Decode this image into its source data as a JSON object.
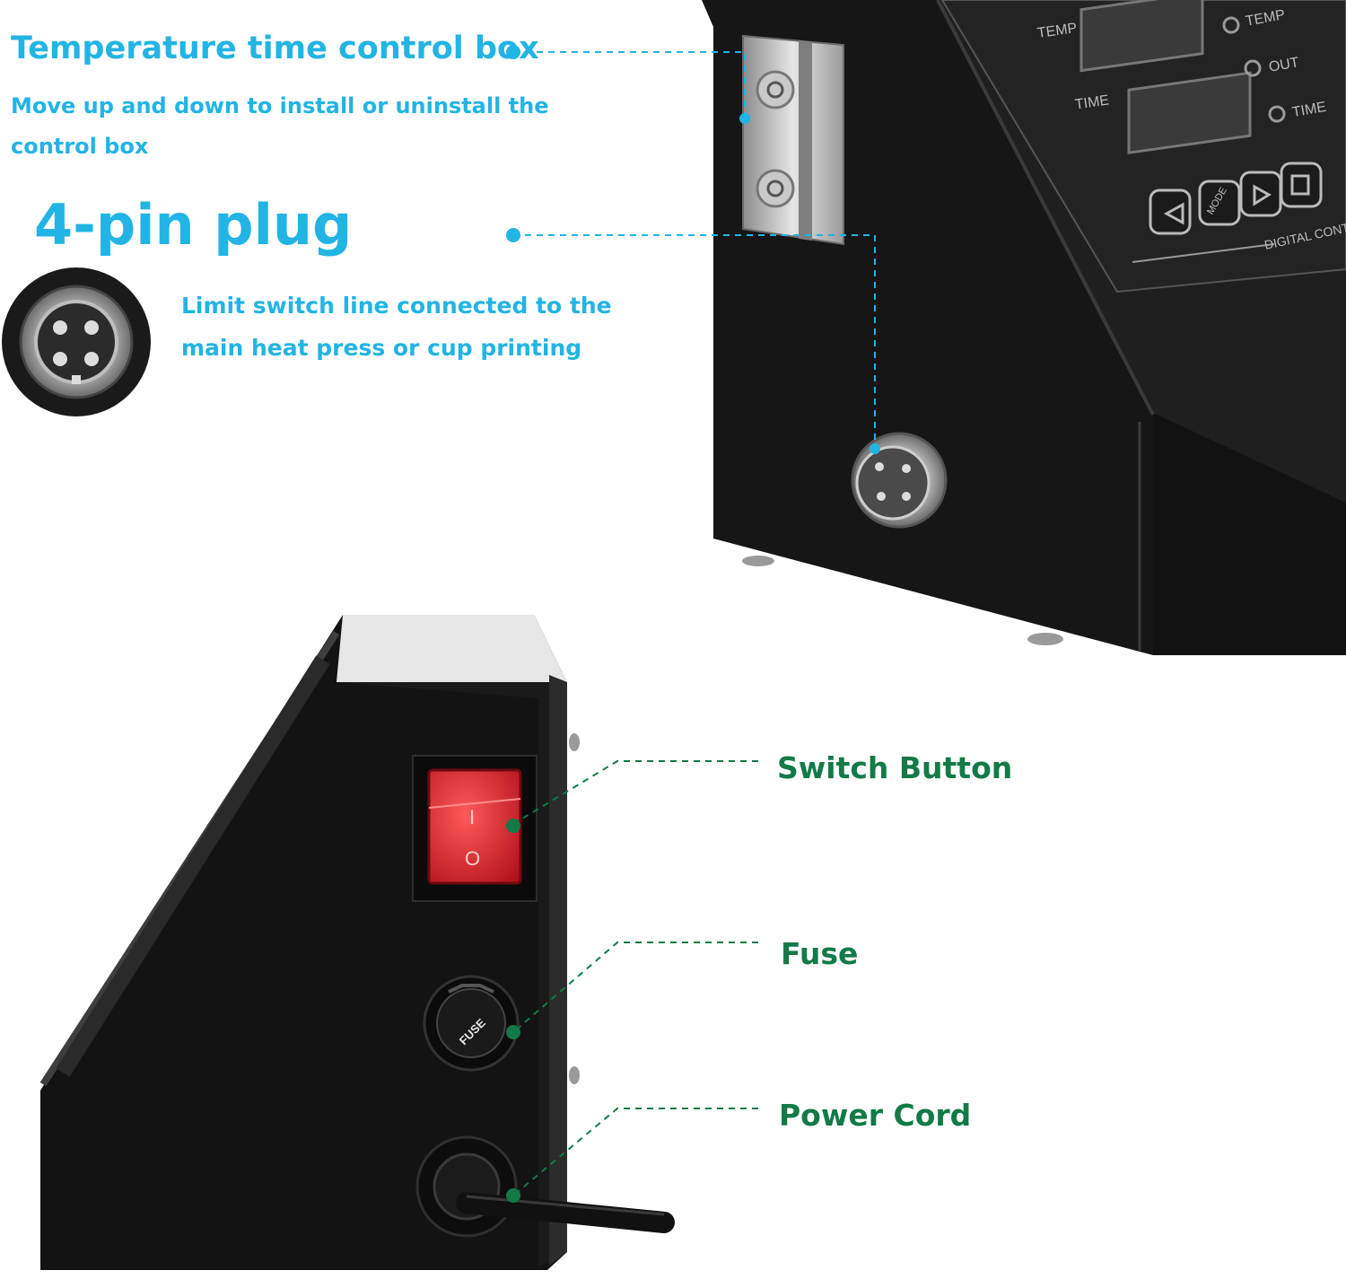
{
  "callouts": {
    "control_box_title": "Temperature time control box",
    "control_box_desc": "Move up and down to install or uninstall the control box",
    "plug_title": "4-pin plug",
    "plug_desc": "Limit switch line connected to the main heat press or cup printing",
    "switch_label": "Switch Button",
    "fuse_label": "Fuse",
    "power_label": "Power Cord"
  },
  "device": {
    "display_temp_label": "TEMP",
    "display_time_label": "TIME",
    "indicator_temp": "TEMP",
    "indicator_out": "OUT",
    "indicator_time": "TIME",
    "mode_button": "MODE",
    "panel_brand": "DIGITAL CONTR",
    "fuse_cap_text": "FUSE",
    "switch_on_mark": "I",
    "switch_off_mark": "O"
  },
  "colors": {
    "callout_blue": "#22b4e4",
    "callout_green": "#137a47",
    "switch_red": "#d3202a",
    "device_black": "#141414"
  }
}
